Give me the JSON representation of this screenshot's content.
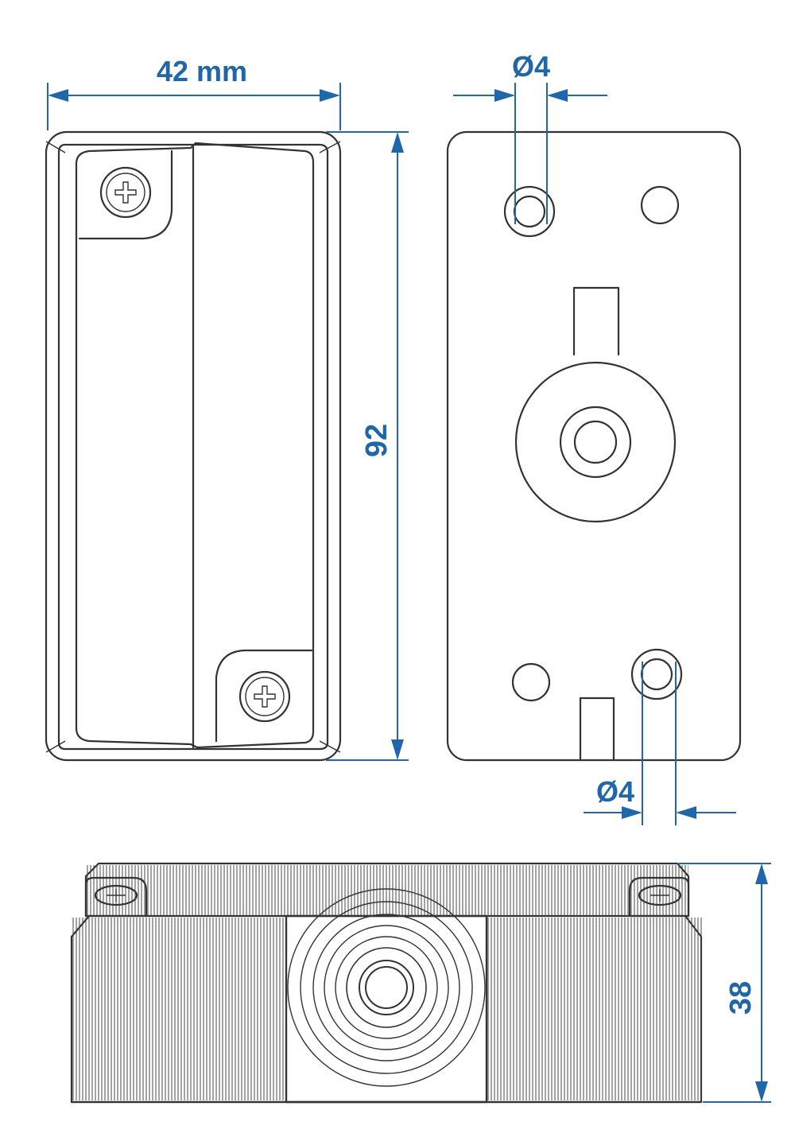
{
  "colors": {
    "dimension": "#1f67a8",
    "outline": "#333333",
    "background": "#ffffff"
  },
  "dimensions": {
    "width": "42 mm",
    "height": "92",
    "depth": "38",
    "hole_top": "Ø4",
    "hole_bottom": "Ø4"
  },
  "views": [
    "front-view",
    "back-view",
    "side-view"
  ]
}
